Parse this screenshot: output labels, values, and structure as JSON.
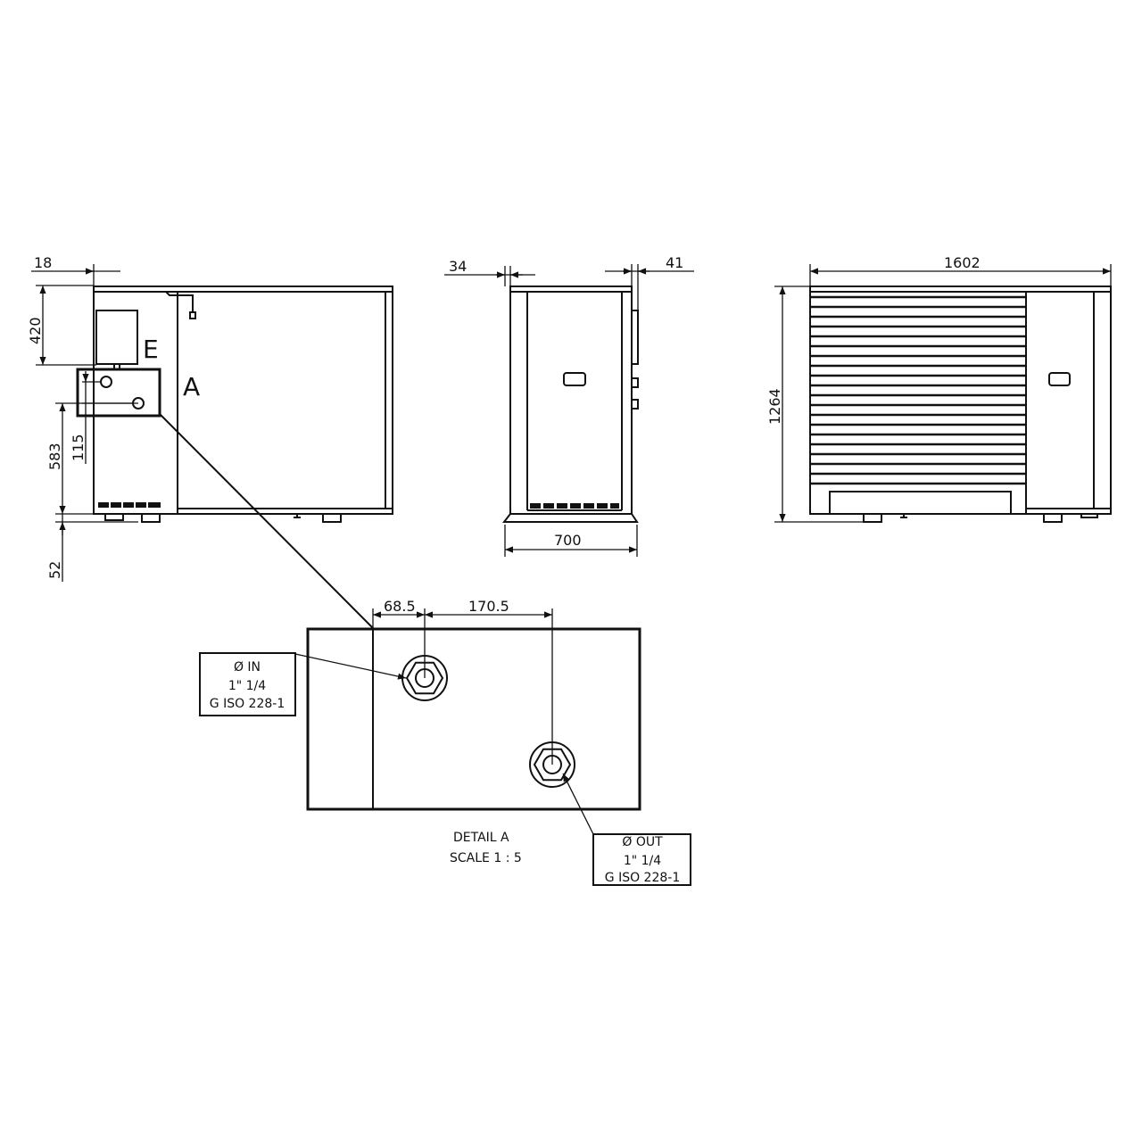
{
  "dimensions": {
    "d18": "18",
    "d420": "420",
    "d583": "583",
    "d115": "115",
    "d52": "52",
    "d34": "34",
    "d41": "41",
    "d700": "700",
    "d1602": "1602",
    "d1264": "1264",
    "d68_5": "68.5",
    "d170_5": "170.5"
  },
  "labels": {
    "e": "E",
    "a": "A"
  },
  "inlet": {
    "line1": "Ø IN",
    "line2": "1\"  1/4",
    "line3": "G ISO 228-1"
  },
  "outlet": {
    "line1": "Ø OUT",
    "line2": "1\" 1/4",
    "line3": "G ISO 228-1"
  },
  "detail": {
    "title": "DETAIL A",
    "scale": "SCALE 1 : 5"
  }
}
